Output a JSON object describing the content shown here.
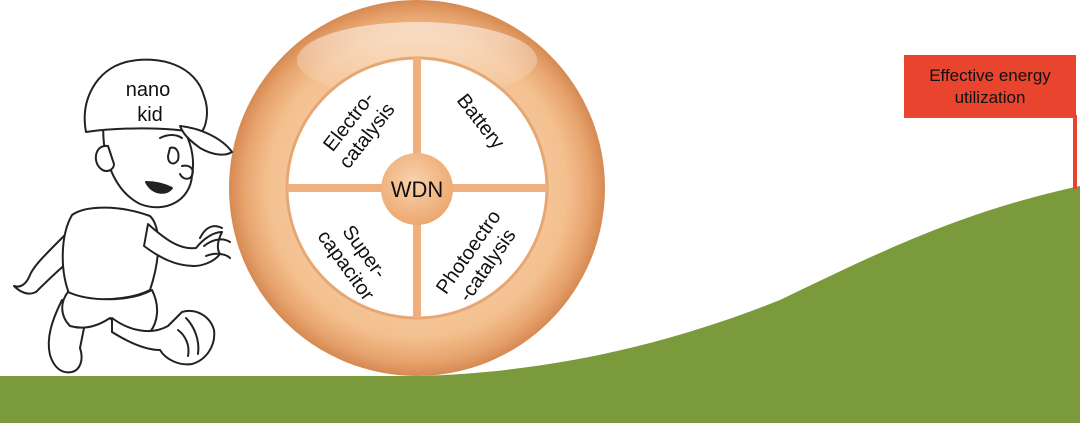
{
  "character": {
    "cap_text": [
      "nano",
      "kid"
    ]
  },
  "wheel": {
    "center_label": "WDN",
    "segments": {
      "electrocatalysis": [
        "Electro-",
        "catalysis"
      ],
      "battery": [
        "Battery"
      ],
      "supercapacitor": [
        "Super-",
        "capacitor"
      ],
      "photoelectrocatalysis": [
        "Photoectro",
        "-catalysis"
      ]
    }
  },
  "goal_flag": {
    "lines": [
      "Effective energy",
      "utilization"
    ]
  },
  "colors": {
    "ground": "#7a9a3c",
    "flag": "#e8442e",
    "wheel_body": "#f2b98a",
    "wheel_face": "#ffffff",
    "wheel_divider": "#f0b07e"
  }
}
